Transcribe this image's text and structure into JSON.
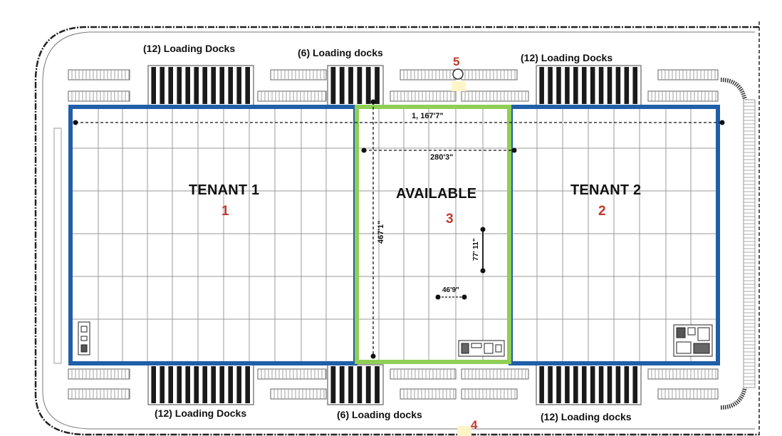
{
  "colors": {
    "tenant_outline": "#1f5fa8",
    "available_outline": "#8fcf55",
    "grid_line": "#9a9a9a",
    "dock_dark": "#1a1a1a",
    "unit_number": "#c0392b",
    "marker_highlight": "#fff4c7",
    "text": "#111111"
  },
  "units": [
    {
      "title": "TENANT 1",
      "number": "1",
      "status": "leased"
    },
    {
      "title": "AVAILABLE",
      "number": "3",
      "status": "available"
    },
    {
      "title": "TENANT 2",
      "number": "2",
      "status": "leased"
    }
  ],
  "dock_labels": {
    "top_left": "(12) Loading Docks",
    "top_center": "(6) Loading docks",
    "top_right": "(12) Loading Docks",
    "bottom_left": "(12) Loading Docks",
    "bottom_center": "(6) Loading docks",
    "bottom_right": "(12) Loading docks"
  },
  "markers": {
    "top": "5",
    "bottom": "4"
  },
  "dimensions": {
    "overall_length": "1, 167'7\"",
    "available_width": "280'3\"",
    "available_depth": "467'1\"",
    "column_spacing_vertical": "77' 11\"",
    "column_spacing_horizontal": "46'9\""
  }
}
